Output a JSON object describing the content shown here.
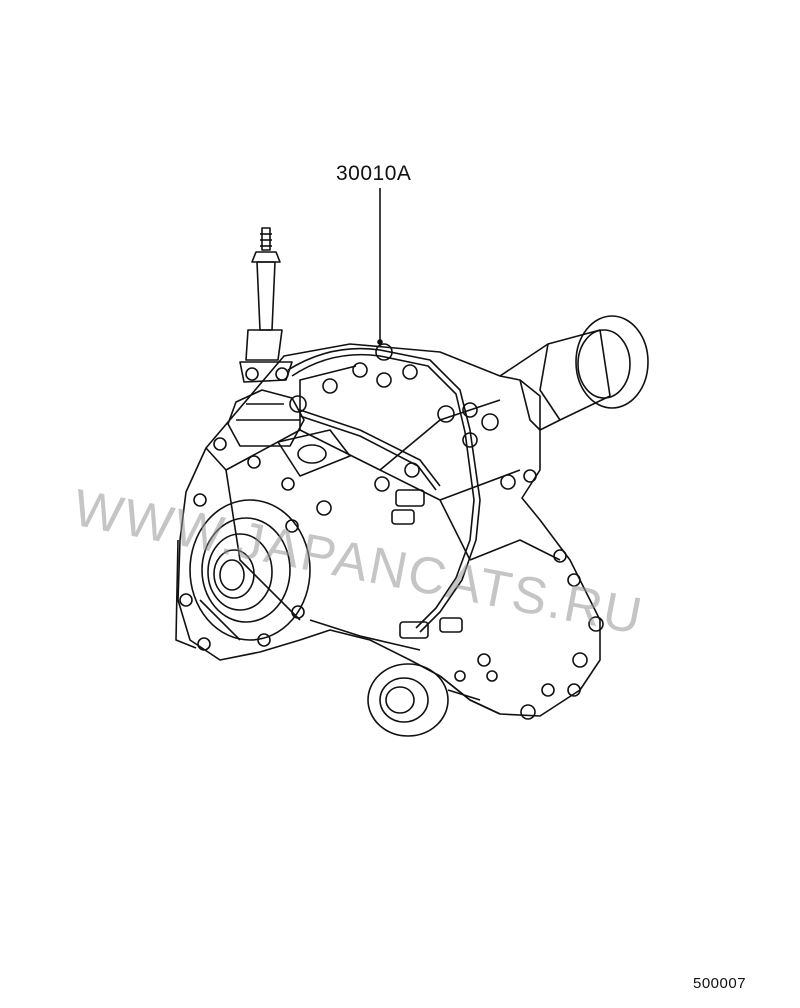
{
  "diagram": {
    "part_callout": "30010A",
    "figure_number": "500007",
    "watermark": "WWW.JAPANCATS.RU",
    "line_color": "#111111",
    "watermark_color": "#9a9a9a"
  }
}
